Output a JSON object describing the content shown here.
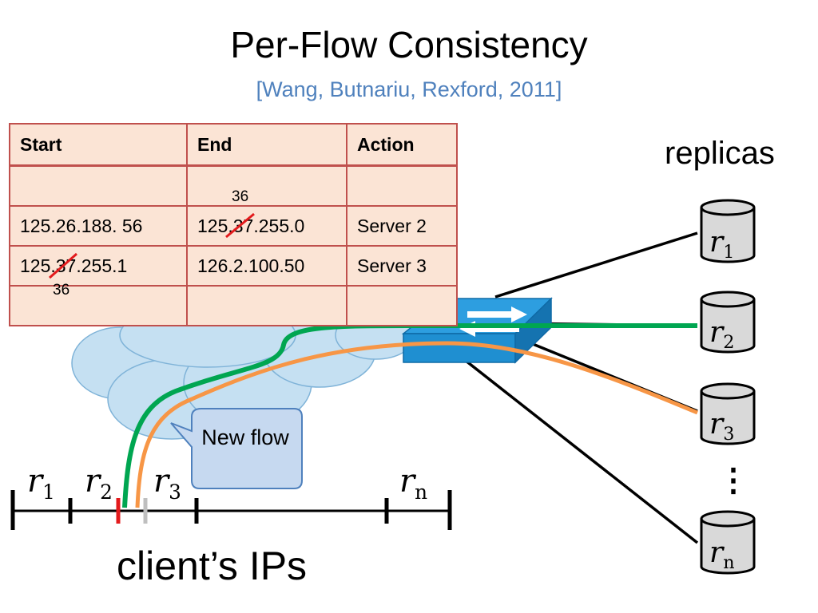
{
  "title": "Per-Flow Consistency",
  "subtitle": "[Wang, Butnariu, Rexford, 2011]",
  "table": {
    "headers": [
      "Start",
      "End",
      "Action"
    ],
    "rows": [
      [
        "",
        "",
        ""
      ],
      [
        "125.26.188. 56",
        "125.37.255.0",
        "Server 2"
      ],
      [
        "125.37.255.1",
        "126.2.100.50",
        "Server 3"
      ],
      [
        "",
        "",
        ""
      ]
    ],
    "edits": {
      "row1_end_correction": "36",
      "row2_start_correction": "36"
    }
  },
  "replicas_heading": "replicas",
  "replicas": [
    {
      "var": "r",
      "sub": "1"
    },
    {
      "var": "r",
      "sub": "2"
    },
    {
      "var": "r",
      "sub": "3"
    },
    {
      "var": "r",
      "sub": "n"
    }
  ],
  "ellipsis": "⋮",
  "callout": "New flow",
  "client_axis_label": "client’s IPs",
  "axis_labels": [
    {
      "var": "r",
      "sub": "1"
    },
    {
      "var": "r",
      "sub": "2"
    },
    {
      "var": "r",
      "sub": "3"
    },
    {
      "var": "r",
      "sub": "n"
    }
  ],
  "colors": {
    "title": "#000000",
    "subtitle": "#4f81bd",
    "table_fill": "#fbe4d5",
    "table_border": "#c0504d",
    "strike": "#e31a1c",
    "old_flow": "#00a651",
    "new_flow": "#f79646",
    "cloud": "#c5e0f2",
    "switch": "#1f8fd1",
    "callout_fill": "#c6d9f0",
    "callout_border": "#4f81bd"
  }
}
